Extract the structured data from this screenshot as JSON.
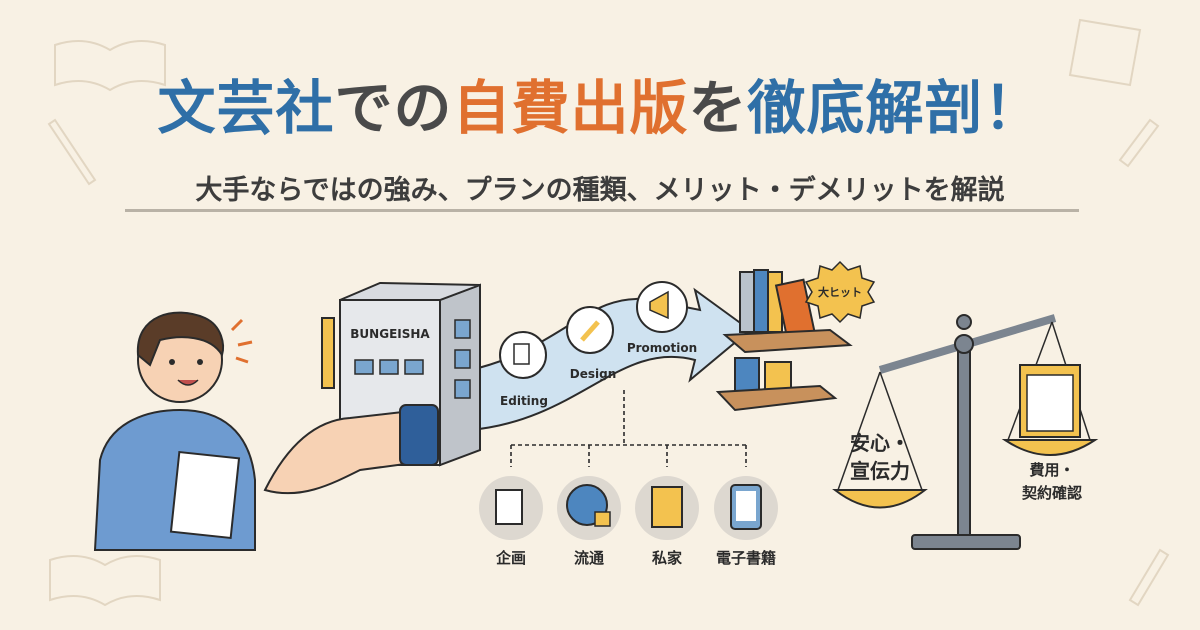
{
  "title": {
    "part1": "文芸社",
    "part2": "での",
    "part3": "自費出版",
    "part4": "を",
    "part5": "徹底解剖！"
  },
  "subtitle": "大手ならではの強み、プランの種類、メリット・デメリットを解説",
  "building": {
    "sign": "BUNGEISHA"
  },
  "process": {
    "steps": [
      "Editing",
      "Design",
      "Promotion"
    ]
  },
  "badge": "大ヒット",
  "plans": [
    "企画",
    "流通",
    "私家",
    "電子書籍"
  ],
  "scale": {
    "left_line1": "安心・",
    "left_line2": "宣伝力",
    "right_line1": "費用・",
    "right_line2": "契約確認"
  },
  "colors": {
    "blue": "#2f6fa7",
    "orange": "#e0702f",
    "background": "#f8f1e4",
    "yellow": "#f3c24f"
  }
}
